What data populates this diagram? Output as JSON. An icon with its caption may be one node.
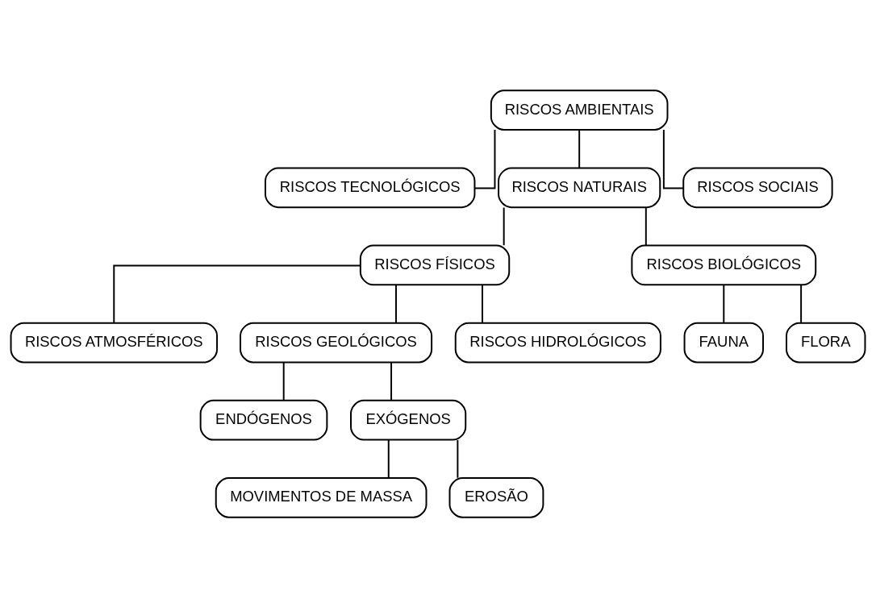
{
  "diagram": {
    "nodes": [
      {
        "text": [
          "RISCOS AMBIENTAIS"
        ]
      },
      {
        "text": [
          "RISCOS TECNOLÓGICOS"
        ]
      },
      {
        "text": [
          "RISCOS NATURAIS"
        ]
      },
      {
        "text": [
          "RISCOS SOCIAIS"
        ]
      },
      {
        "text": [
          "RISCOS FÍSICOS"
        ]
      },
      {
        "text": [
          "RISCOS BIOLÓGICOS"
        ]
      },
      {
        "text": [
          "RISCOS ATMOSFÉRICOS"
        ]
      },
      {
        "text": [
          "RISCOS GEOLÓGICOS"
        ]
      },
      {
        "text": [
          "RISCOS HIDROLÓGICOS"
        ]
      },
      {
        "text": [
          "FAUNA"
        ]
      },
      {
        "text": [
          "FLORA"
        ]
      },
      {
        "text": [
          "ENDÓGENOS"
        ]
      },
      {
        "text": [
          "EXÓGENOS"
        ]
      },
      {
        "text": [
          "MOVIMENTOS DE MASSA"
        ]
      },
      {
        "text": [
          "EROSÃO"
        ]
      }
    ],
    "edges": [
      {
        "from": 0,
        "to": 1,
        "arrow": "none"
      },
      {
        "from": 0,
        "to": 2,
        "arrow": "none"
      },
      {
        "from": 0,
        "to": 3,
        "arrow": "none"
      },
      {
        "from": 2,
        "to": 4,
        "arrow": "none"
      },
      {
        "from": 2,
        "to": 5,
        "arrow": "none"
      },
      {
        "from": 4,
        "to": 6,
        "arrow": "none"
      },
      {
        "from": 4,
        "to": 7,
        "arrow": "none"
      },
      {
        "from": 4,
        "to": 8,
        "arrow": "none"
      },
      {
        "from": 5,
        "to": 9,
        "arrow": "none"
      },
      {
        "from": 5,
        "to": 10,
        "arrow": "none"
      },
      {
        "from": 7,
        "to": 11,
        "arrow": "none"
      },
      {
        "from": 7,
        "to": 12,
        "arrow": "none"
      },
      {
        "from": 12,
        "to": 13,
        "arrow": "none"
      },
      {
        "from": 12,
        "to": 14,
        "arrow": "none"
      }
    ]
  }
}
